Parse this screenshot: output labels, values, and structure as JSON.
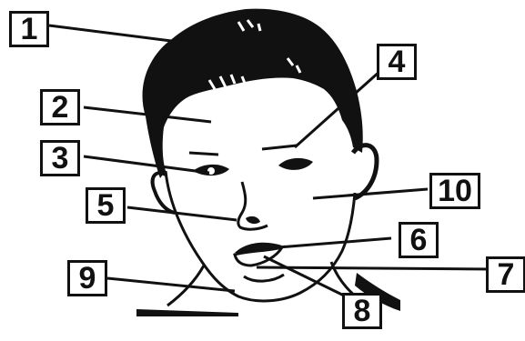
{
  "labels": [
    {
      "id": "1",
      "text": "1"
    },
    {
      "id": "2",
      "text": "2"
    },
    {
      "id": "3",
      "text": "3"
    },
    {
      "id": "4",
      "text": "4"
    },
    {
      "id": "5",
      "text": "5"
    },
    {
      "id": "6",
      "text": "6"
    },
    {
      "id": "7",
      "text": "7"
    },
    {
      "id": "8",
      "text": "8"
    },
    {
      "id": "9",
      "text": "9"
    },
    {
      "id": "10",
      "text": "10"
    }
  ],
  "colors": {
    "ink": "#111111",
    "background": "#ffffff"
  }
}
